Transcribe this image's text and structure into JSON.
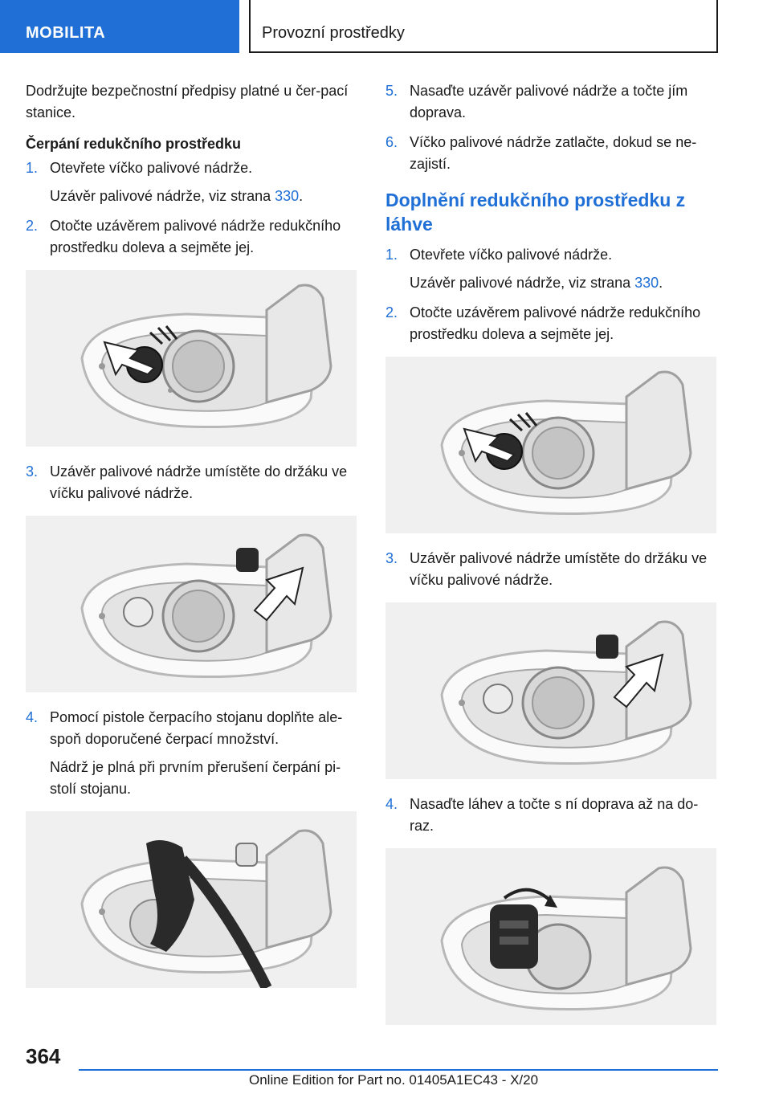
{
  "header": {
    "section": "MOBILITA",
    "title": "Provozní prostředky"
  },
  "left": {
    "intro": "Dodržujte bezpečnostní předpisy platné u čer-pací stanice.",
    "heading": "Čerpání redukčního prostředku",
    "steps": [
      {
        "num": "1.",
        "text": "Otevřete víčko palivové nádrže.",
        "sub_prefix": "Uzávěr palivové nádrže, viz strana ",
        "sub_link": "330",
        "sub_suffix": "."
      },
      {
        "num": "2.",
        "text": "Otočte uzávěrem palivové nádrže redukčního prostředku doleva a sejměte jej."
      },
      {
        "num": "3.",
        "text": "Uzávěr palivové nádrže umístěte do držáku ve víčku palivové nádrže."
      },
      {
        "num": "4.",
        "text": "Pomocí pistole čerpacího stojanu doplňte ale-spoň doporučené čerpací množství.",
        "sub": "Nádrž je plná při prvním přerušení čerpání pi-stolí stojanu."
      }
    ]
  },
  "right": {
    "steps_top": [
      {
        "num": "5.",
        "text": "Nasaďte uzávěr palivové nádrže a točte jím doprava."
      },
      {
        "num": "6.",
        "text": "Víčko palivové nádrže zatlačte, dokud se ne-zajistí."
      }
    ],
    "heading": "Doplnění redukčního prostředku z láhve",
    "steps": [
      {
        "num": "1.",
        "text": "Otevřete víčko palivové nádrže.",
        "sub_prefix": "Uzávěr palivové nádrže, viz strana ",
        "sub_link": "330",
        "sub_suffix": "."
      },
      {
        "num": "2.",
        "text": "Otočte uzávěrem palivové nádrže redukčního prostředku doleva a sejměte jej."
      },
      {
        "num": "3.",
        "text": "Uzávěr palivové nádrže umístěte do držáku ve víčku palivové nádrže."
      },
      {
        "num": "4.",
        "text": "Nasaďte láhev a točte s ní doprava až na do-raz."
      }
    ]
  },
  "footer": {
    "page": "364",
    "edition": "Online Edition for Part no. 01405A1EC43 - X/20"
  }
}
